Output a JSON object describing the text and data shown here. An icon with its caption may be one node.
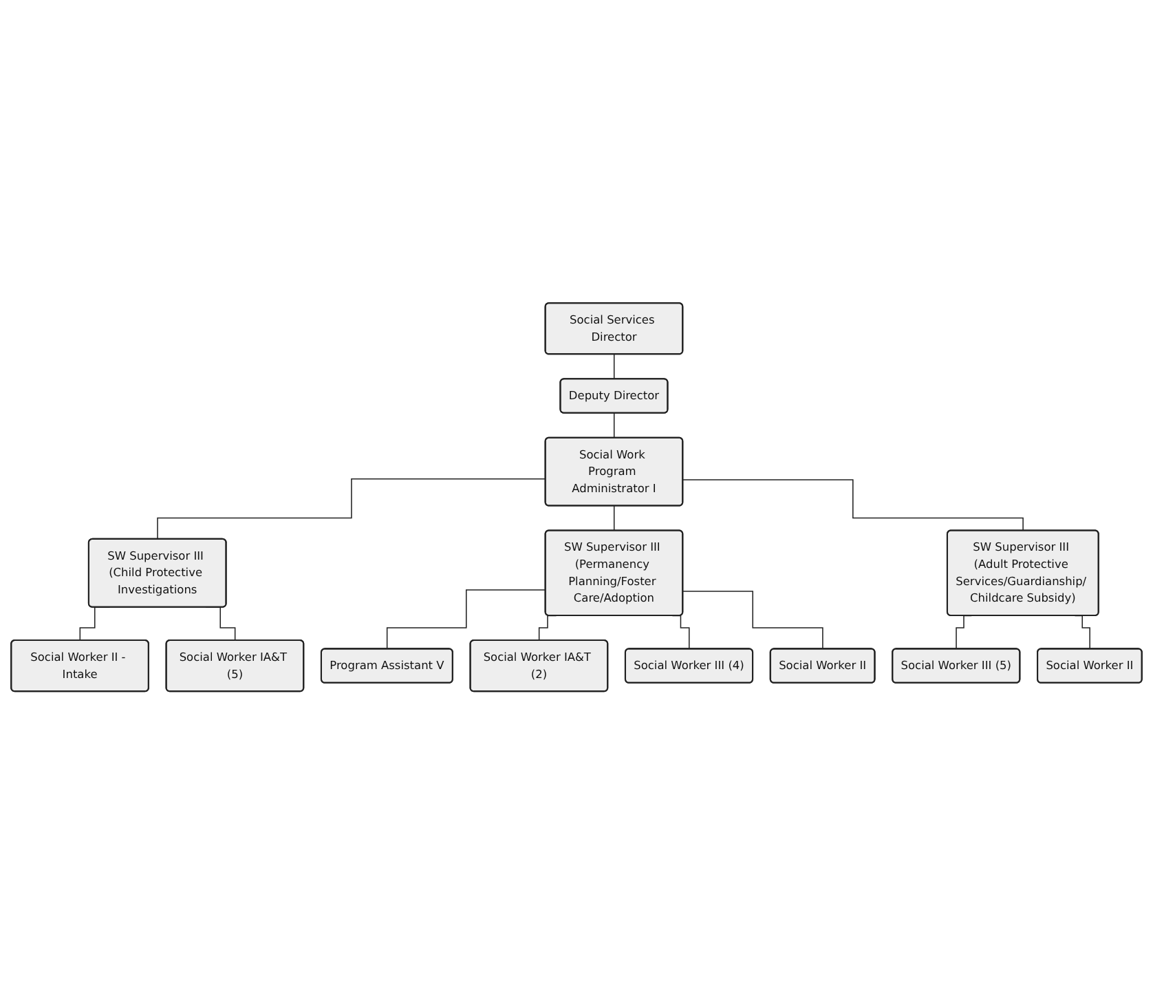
{
  "diagram": {
    "nodes": [
      {
        "text": [
          "Social Services Director"
        ]
      },
      {
        "text": [
          "Deputy Director"
        ]
      },
      {
        "text": [
          "Social Work Program Administrator I"
        ]
      },
      {
        "text": [
          "SW Supervisor III (Child Protective Investigations"
        ]
      },
      {
        "text": [
          "SW Supervisor III (Permanency Planning/Foster Care/Adoption"
        ]
      },
      {
        "text": [
          "SW Supervisor III (Adult Protective Services/Guardianship/ Childcare Subsidy)"
        ]
      },
      {
        "text": [
          "Social Worker II - Intake"
        ]
      },
      {
        "text": [
          "Social Worker IA&T (5)"
        ]
      },
      {
        "text": [
          "Program Assistant V"
        ]
      },
      {
        "text": [
          "Social Worker IA&T (2)"
        ]
      },
      {
        "text": [
          "Social Worker III (4)"
        ]
      },
      {
        "text": [
          "Social Worker II"
        ]
      },
      {
        "text": [
          "Social Worker III (5)"
        ]
      },
      {
        "text": [
          "Social Worker II"
        ]
      }
    ],
    "edges": [
      {
        "from": 0,
        "to": 1,
        "arrow": "none"
      },
      {
        "from": 1,
        "to": 2,
        "arrow": "none"
      },
      {
        "from": 2,
        "to": 3,
        "arrow": "none"
      },
      {
        "from": 2,
        "to": 4,
        "arrow": "none"
      },
      {
        "from": 2,
        "to": 5,
        "arrow": "none"
      },
      {
        "from": 3,
        "to": 6,
        "arrow": "none"
      },
      {
        "from": 3,
        "to": 7,
        "arrow": "none"
      },
      {
        "from": 4,
        "to": 8,
        "arrow": "none"
      },
      {
        "from": 4,
        "to": 9,
        "arrow": "none"
      },
      {
        "from": 4,
        "to": 10,
        "arrow": "none"
      },
      {
        "from": 4,
        "to": 11,
        "arrow": "none"
      },
      {
        "from": 5,
        "to": 12,
        "arrow": "none"
      },
      {
        "from": 5,
        "to": 13,
        "arrow": "none"
      }
    ]
  }
}
